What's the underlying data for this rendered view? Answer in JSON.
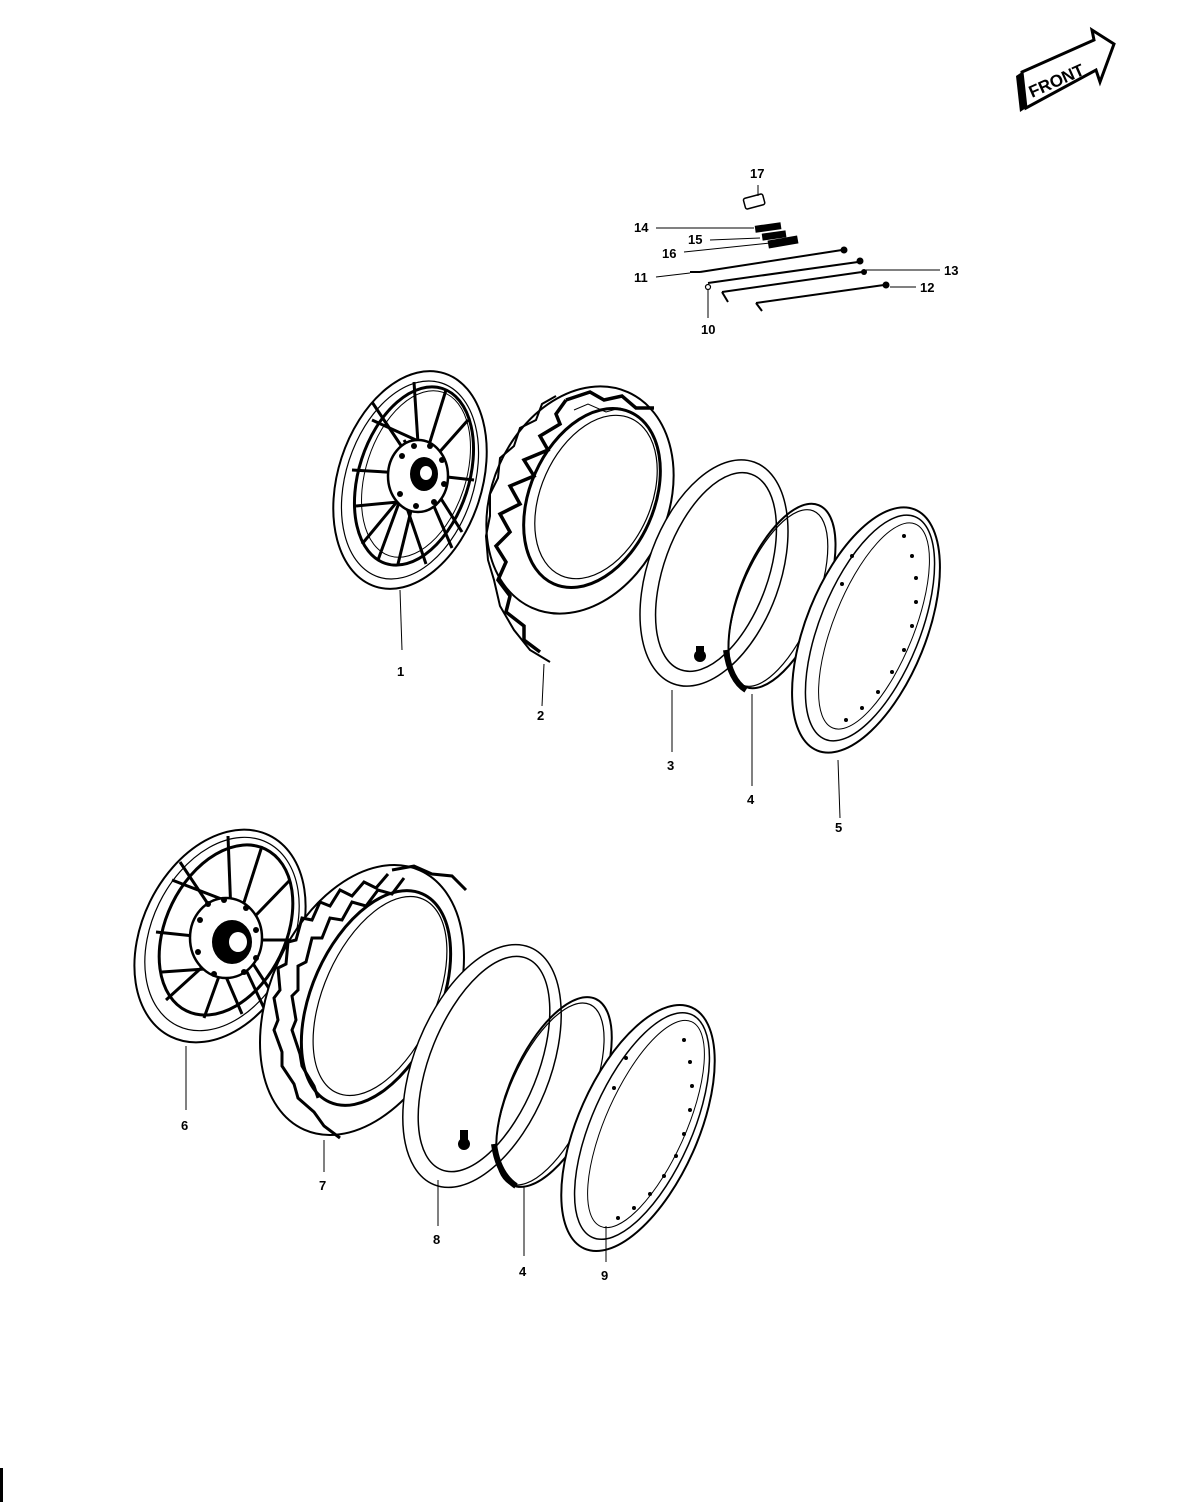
{
  "front_label": "FRONT",
  "callouts": [
    {
      "id": "1",
      "text": "1"
    },
    {
      "id": "2",
      "text": "2"
    },
    {
      "id": "3",
      "text": "3"
    },
    {
      "id": "4a",
      "text": "4"
    },
    {
      "id": "5",
      "text": "5"
    },
    {
      "id": "6",
      "text": "6"
    },
    {
      "id": "7",
      "text": "7"
    },
    {
      "id": "8",
      "text": "8"
    },
    {
      "id": "4b",
      "text": "4"
    },
    {
      "id": "9",
      "text": "9"
    },
    {
      "id": "10",
      "text": "10"
    },
    {
      "id": "11",
      "text": "11"
    },
    {
      "id": "12",
      "text": "12"
    },
    {
      "id": "13",
      "text": "13"
    },
    {
      "id": "14",
      "text": "14"
    },
    {
      "id": "15",
      "text": "15"
    },
    {
      "id": "16",
      "text": "16"
    },
    {
      "id": "17",
      "text": "17"
    }
  ]
}
